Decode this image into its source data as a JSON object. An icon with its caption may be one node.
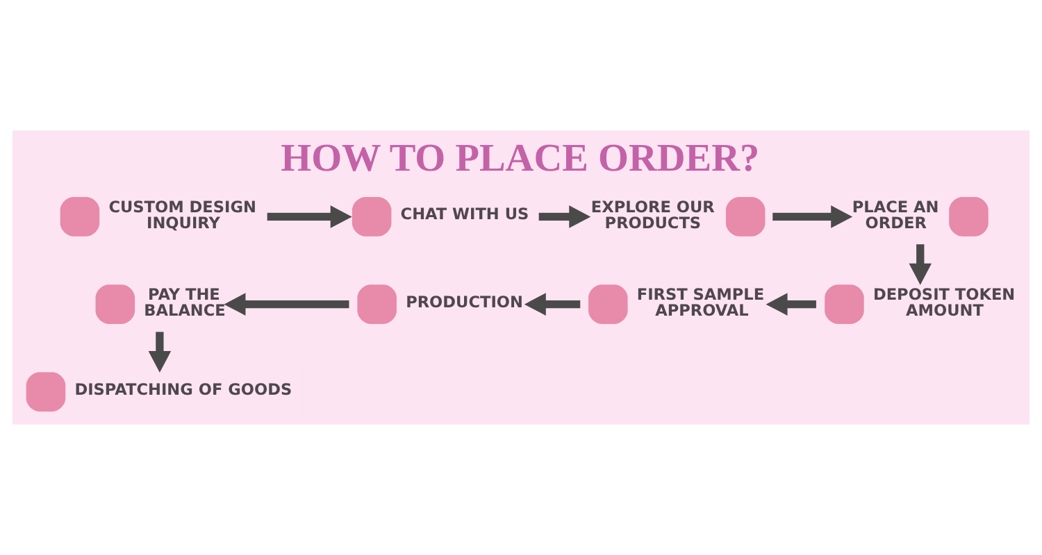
{
  "diagram": {
    "title": "HOW TO PLACE ORDER?",
    "nodes": [
      {
        "text": [
          "CUSTOM DESIGN INQUIRY"
        ]
      },
      {
        "text": [
          "CHAT WITH US"
        ]
      },
      {
        "text": [
          "EXPLORE OUR PRODUCTS"
        ]
      },
      {
        "text": [
          "PLACE AN ORDER"
        ]
      },
      {
        "text": [
          "DEPOSIT TOKEN AMOUNT"
        ]
      },
      {
        "text": [
          "FIRST SAMPLE APPROVAL"
        ]
      },
      {
        "text": [
          "PRODUCTION"
        ]
      },
      {
        "text": [
          "PAY THE BALANCE"
        ]
      },
      {
        "text": [
          "DISPATCHING OF GOODS"
        ]
      }
    ],
    "edges": [
      {
        "from": 0,
        "to": 1,
        "arrow": "to"
      },
      {
        "from": 1,
        "to": 2,
        "arrow": "to"
      },
      {
        "from": 2,
        "to": 3,
        "arrow": "to"
      },
      {
        "from": 3,
        "to": 4,
        "arrow": "to"
      },
      {
        "from": 4,
        "to": 5,
        "arrow": "to"
      },
      {
        "from": 5,
        "to": 6,
        "arrow": "to"
      },
      {
        "from": 6,
        "to": 7,
        "arrow": "to"
      },
      {
        "from": 7,
        "to": 8,
        "arrow": "to"
      }
    ]
  }
}
